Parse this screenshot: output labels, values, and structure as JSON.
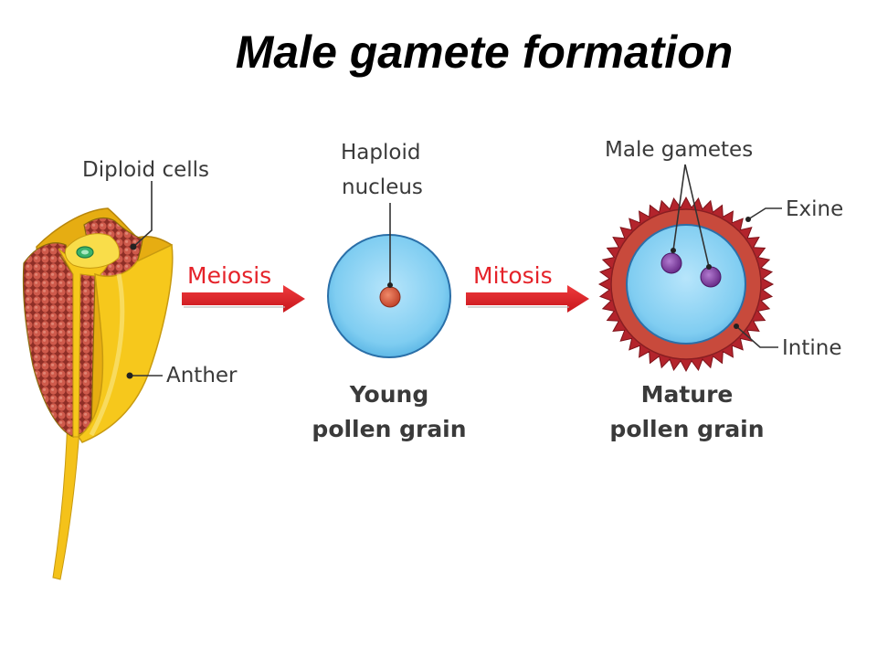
{
  "title": "Male gamete formation",
  "labels": {
    "diploid_cells": "Diploid cells",
    "anther": "Anther",
    "haploid_nucleus_line1": "Haploid",
    "haploid_nucleus_line2": "nucleus",
    "male_gametes": "Male gametes",
    "exine": "Exine",
    "intine": "Intine"
  },
  "arrows": {
    "meiosis": "Meiosis",
    "mitosis": "Mitosis"
  },
  "captions": {
    "young_line1": "Young",
    "young_line2": "pollen grain",
    "mature_line1": "Mature",
    "mature_line2": "pollen grain"
  },
  "colors": {
    "anther_yellow": "#f6c81c",
    "cell_red": "#c2453a",
    "arrow_red": "#e52229",
    "pollen_blue": "#8fd3f3",
    "exine_red": "#b8262e",
    "intine_red": "#d9574c",
    "nucleus_orange": "#d0543a",
    "gamete_purple": "#7c3a9c"
  }
}
